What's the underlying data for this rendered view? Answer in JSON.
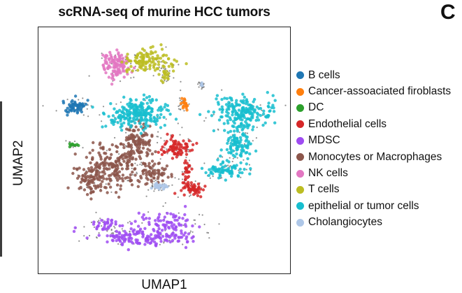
{
  "chart_data": {
    "type": "scatter",
    "title": "scRNA-seq of murine HCC tumors",
    "xlabel": "UMAP1",
    "ylabel": "UMAP2",
    "panel_label": "C",
    "grid": false,
    "legend_position": "right",
    "xlim": [
      0,
      100
    ],
    "ylim": [
      0,
      100
    ],
    "series": [
      {
        "name": "B cells",
        "color": "#1f77b4",
        "clusters": [
          {
            "cx": 14,
            "cy": 68,
            "rx": 5.5,
            "ry": 3,
            "n": 55
          }
        ]
      },
      {
        "name": "Cancer-assoaciated firoblasts",
        "color": "#ff7f0e",
        "clusters": [
          {
            "cx": 58,
            "cy": 69,
            "rx": 2,
            "ry": 2.5,
            "n": 18
          }
        ]
      },
      {
        "name": "DC",
        "color": "#2ca02c",
        "clusters": [
          {
            "cx": 13,
            "cy": 52,
            "rx": 2,
            "ry": 0.9,
            "n": 10
          }
        ]
      },
      {
        "name": "Endothelial cells",
        "color": "#d62728",
        "clusters": [
          {
            "cx": 55,
            "cy": 51,
            "rx": 5.5,
            "ry": 4.5,
            "n": 75
          },
          {
            "cx": 61,
            "cy": 34,
            "rx": 5,
            "ry": 3.2,
            "n": 55
          },
          {
            "cx": 59,
            "cy": 42,
            "rx": 1.5,
            "ry": 4.5,
            "n": 22
          }
        ]
      },
      {
        "name": "MDSC",
        "color": "#9f4cf2",
        "clusters": [
          {
            "cx": 42,
            "cy": 14,
            "rx": 20,
            "ry": 3.5,
            "n": 140
          },
          {
            "cx": 52,
            "cy": 19,
            "rx": 14,
            "ry": 5,
            "n": 80
          },
          {
            "cx": 27,
            "cy": 19,
            "rx": 5,
            "ry": 3,
            "n": 30
          }
        ]
      },
      {
        "name": "Monocytes or Macrophages",
        "color": "#8c564b",
        "clusters": [
          {
            "cx": 27,
            "cy": 43,
            "rx": 12,
            "ry": 8.5,
            "n": 200
          },
          {
            "cx": 39,
            "cy": 53,
            "rx": 7,
            "ry": 8,
            "n": 130
          },
          {
            "cx": 45,
            "cy": 41,
            "rx": 6,
            "ry": 5,
            "n": 70
          },
          {
            "cx": 19,
            "cy": 37,
            "rx": 4.5,
            "ry": 4.5,
            "n": 45
          }
        ]
      },
      {
        "name": "NK cells",
        "color": "#e377c2",
        "clusters": [
          {
            "cx": 30.5,
            "cy": 85,
            "rx": 6,
            "ry": 5.5,
            "n": 110
          }
        ]
      },
      {
        "name": "T cells",
        "color": "#bcbd22",
        "clusters": [
          {
            "cx": 43,
            "cy": 87,
            "rx": 9,
            "ry": 4,
            "n": 110
          },
          {
            "cx": 51,
            "cy": 82,
            "rx": 3,
            "ry": 3,
            "n": 22
          }
        ]
      },
      {
        "name": "epithelial or tumor cells",
        "color": "#17becf",
        "clusters": [
          {
            "cx": 39,
            "cy": 65,
            "rx": 13,
            "ry": 5.5,
            "n": 220
          },
          {
            "cx": 82,
            "cy": 66,
            "rx": 12,
            "ry": 6.5,
            "n": 190
          },
          {
            "cx": 80,
            "cy": 52,
            "rx": 6,
            "ry": 8,
            "n": 100
          },
          {
            "cx": 74,
            "cy": 42,
            "rx": 7,
            "ry": 3.5,
            "n": 70
          }
        ]
      },
      {
        "name": "Cholangiocytes",
        "color": "#aec7e8",
        "clusters": [
          {
            "cx": 48,
            "cy": 35,
            "rx": 3.5,
            "ry": 1.5,
            "n": 25
          },
          {
            "cx": 65,
            "cy": 77,
            "rx": 1,
            "ry": 1,
            "n": 4
          }
        ]
      }
    ],
    "grey_background": {
      "color": "#6e6e6e",
      "n": 500
    }
  }
}
